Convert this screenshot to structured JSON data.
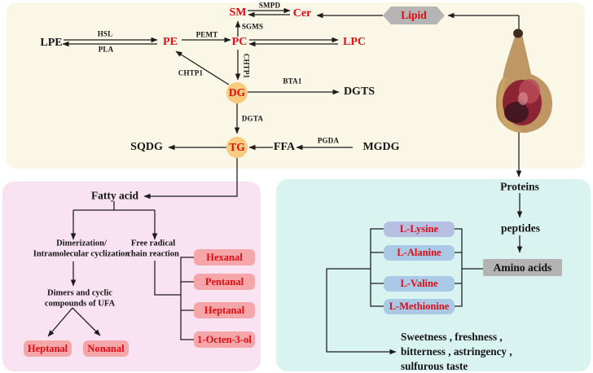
{
  "top_pathway": {
    "nodes": {
      "lpe": "LPE",
      "pe": "PE",
      "pc": "PC",
      "sm": "SM",
      "cer": "Cer",
      "lpc": "LPC",
      "lipid": "Lipid",
      "dg": "DG",
      "dgts": "DGTS",
      "tg": "TG",
      "sqdg": "SQDG",
      "ffa": "FFA",
      "mgdg": "MGDG"
    },
    "enzymes": {
      "hsl": "HSL",
      "pla": "PLA",
      "pemt": "PEMT",
      "smpd": "SMPD",
      "sgms": "SGMS",
      "chtp1_pc_dg": "CHTP1",
      "chtp1_dg_pe": "CHTP1",
      "bta1": "BTA1",
      "dgta": "DGTA",
      "pgda": "PGDA"
    }
  },
  "fatty_acid_branch": {
    "title": "Fatty acid",
    "dimerization_line1": "Dimerization/",
    "dimerization_line2": "Intramolecular cyclization",
    "free_radical_line1": "Free radical",
    "free_radical_line2": "chain reaction",
    "dimers_line1": "Dimers and cyclic",
    "dimers_line2": "compounds of UFA",
    "dimer_products": [
      "Heptanal",
      "Nonanal"
    ],
    "radical_products": [
      "Hexanal",
      "Pentanal",
      "Heptanal",
      "1-Octen-3-ol"
    ]
  },
  "protein_branch": {
    "proteins_label": "Proteins",
    "peptides_label": "peptides",
    "amino_acids_label": "Amino acids",
    "amino_acids": [
      "L-Lysine",
      "L-Alanine",
      "L-Valine",
      "L-Methionine"
    ],
    "taste_line1": "Sweetness ,  freshness ,",
    "taste_line2": "bitterness ,  astringency ,",
    "taste_line3": "sulfurous taste"
  },
  "colors": {
    "accent_red": "#e50a12",
    "node_circle_fill": "#f8cb7e",
    "product_box_fill": "#f4a6a8",
    "amino_box_fill": "#a9c9e6",
    "amino_box_fill_first": "#b7bfe2",
    "gray_fill": "#b5b5b5",
    "panel_lipid_bg": "#faf7e6",
    "panel_fatty_bg": "#f9e2f1",
    "panel_protein_bg": "#d9f3f1"
  }
}
